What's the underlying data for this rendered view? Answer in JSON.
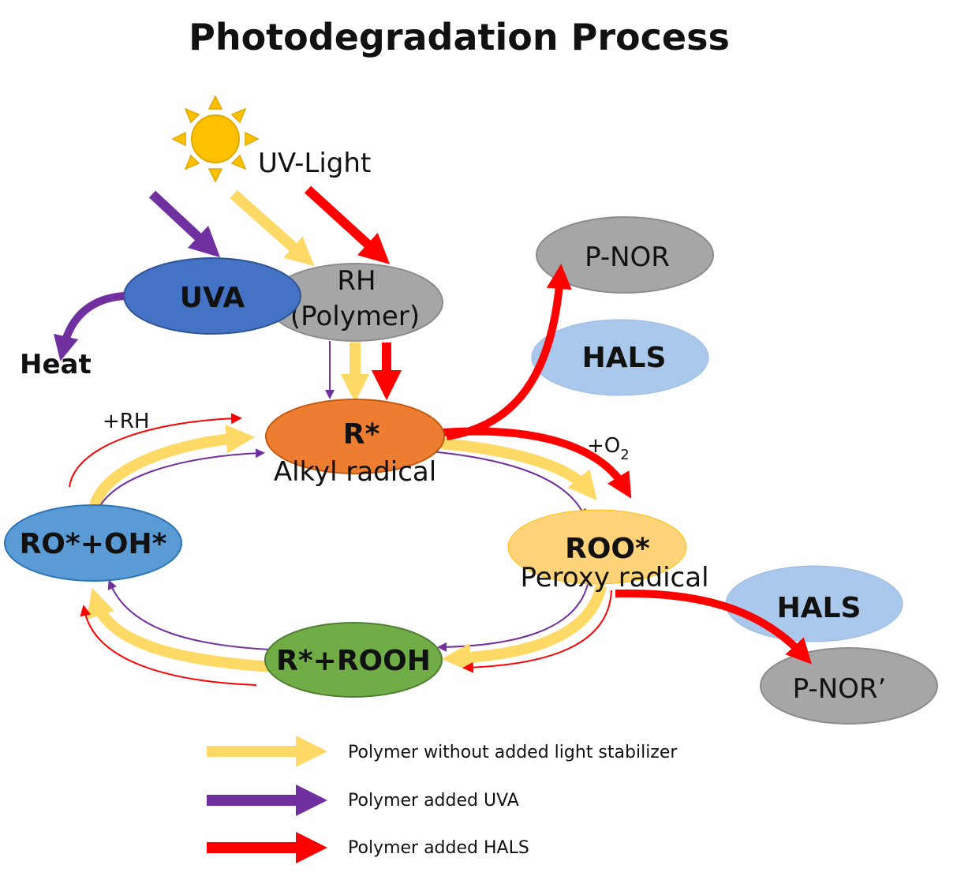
{
  "title": "Photodegradation Process",
  "uv_light_label": "UV-Light",
  "nodes": {
    "uva": "UVA",
    "rh_line1": "RH",
    "rh_line2": "(Polymer)",
    "heat": "Heat",
    "r_star": "R*",
    "r_star_sub": "Alkyl radical",
    "roo_star": "ROO*",
    "roo_star_sub": "Peroxy radical",
    "ro_oh": "RO*+OH*",
    "r_rooh": "R*+ROOH",
    "pnor": "P-NOR",
    "pnor_prime": "P-NOR’",
    "hals_top": "HALS",
    "hals_right": "HALS"
  },
  "reagents": {
    "plus_rh": "+RH",
    "plus_o2_prefix": "+O",
    "plus_o2_sub": "2"
  },
  "legend": [
    {
      "label": "Polymer without added light stabilizer",
      "color": "#ffd966"
    },
    {
      "label": "Polymer added UVA",
      "color": "#7030a0"
    },
    {
      "label": "Polymer added HALS",
      "color": "#ff0000"
    }
  ],
  "colors": {
    "yellow_path": "#ffd966",
    "purple_path": "#7030a0",
    "red_path": "#ff0000",
    "sun": "#ffc000",
    "uva_fill": "#4472c4",
    "grey_fill": "#a6a6a6",
    "r_star_fill": "#ed7d31",
    "roo_fill": "#ffd37a",
    "ro_oh_fill": "#5b9bd5",
    "r_rooh_fill": "#70ad47",
    "hals_fill": "#a9c8ec"
  }
}
